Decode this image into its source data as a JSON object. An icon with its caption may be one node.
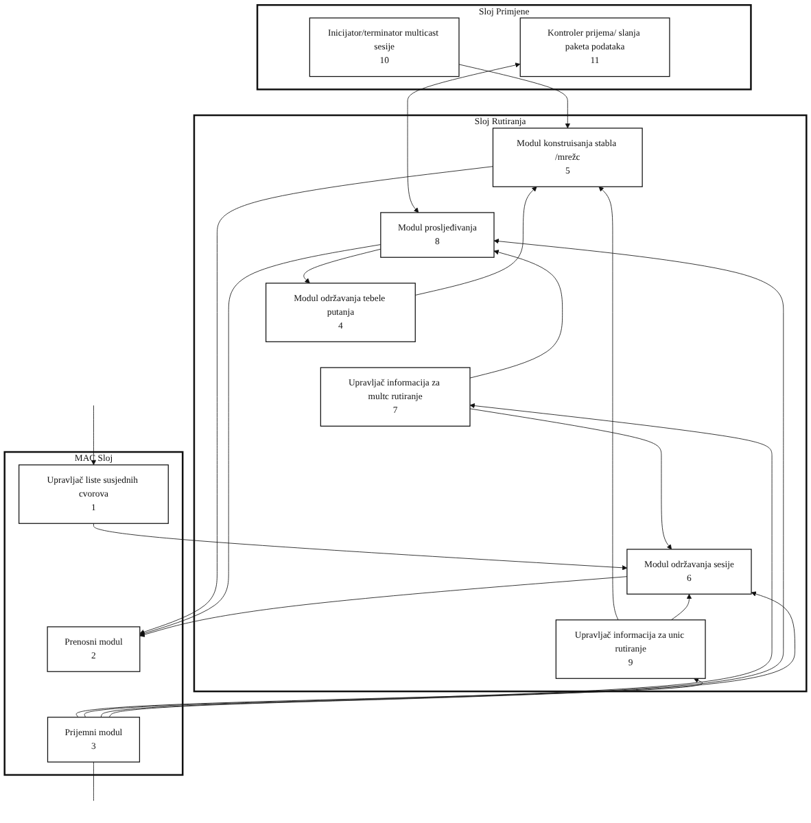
{
  "diagram": {
    "nodes": [
      {
        "text": [
          "Sloj Primjene"
        ]
      },
      {
        "text": [
          "Inicijator/terminator multicast sesije",
          "10"
        ],
        "in": 0
      },
      {
        "text": [
          "Kontroler prijema/ slanja paketa podataka",
          "11"
        ],
        "in": 0
      },
      {
        "text": [
          "Sloj Rutiranja"
        ]
      },
      {
        "text": [
          "Modul održavanja tebele putanja",
          "4"
        ],
        "in": 3
      },
      {
        "text": [
          "Modul konstruisanja stabla /mrežc",
          "5"
        ],
        "in": 3
      },
      {
        "text": [
          "Modul održavanja sesije",
          "6"
        ],
        "in": 3
      },
      {
        "text": [
          "Upravljač informacija za multc rutiranje",
          "7"
        ],
        "in": 3
      },
      {
        "text": [
          "Modul prosljeđivanja",
          "8"
        ],
        "in": 3
      },
      {
        "text": [
          "Upravljač informacija za unic rutiranje",
          "9"
        ],
        "in": 3
      },
      {
        "text": [
          "MAC Sloj"
        ]
      },
      {
        "text": [
          "Upravljač liste susjednih cvorova",
          "1"
        ],
        "in": 10
      },
      {
        "text": [
          "Prenosni modul",
          "2"
        ],
        "in": 10
      },
      {
        "text": [
          "Prijemni modul",
          "3"
        ],
        "in": 10
      }
    ],
    "edges": [
      {
        "from": 1,
        "to": 5,
        "arrow": "to"
      },
      {
        "from": 2,
        "to": 8,
        "arrow": "both"
      },
      {
        "from": 4,
        "to": 5,
        "arrow": "to"
      },
      {
        "from": 8,
        "to": 4,
        "arrow": "to"
      },
      {
        "from": 9,
        "to": 5,
        "arrow": "to"
      },
      {
        "from": 9,
        "to": 6,
        "arrow": "to"
      },
      {
        "from": 7,
        "to": 6,
        "arrow": "to"
      },
      {
        "from": 7,
        "to": 8,
        "arrow": "to"
      },
      {
        "from": 5,
        "to": 12,
        "arrow": "to"
      },
      {
        "from": 8,
        "to": 12,
        "arrow": "to"
      },
      {
        "from": 6,
        "to": 12,
        "arrow": "to"
      },
      {
        "from": 13,
        "to": 9,
        "arrow": "to"
      },
      {
        "from": 13,
        "to": 7,
        "arrow": "to"
      },
      {
        "from": 13,
        "to": 8,
        "arrow": "to"
      },
      {
        "from": 11,
        "to": 6,
        "arrow": "to"
      },
      {
        "from": 13,
        "to": 6,
        "arrow": "to"
      },
      {
        "from": null,
        "to": 11,
        "arrow": "to"
      },
      {
        "from": 13,
        "to": null,
        "arrow": "none"
      }
    ]
  }
}
